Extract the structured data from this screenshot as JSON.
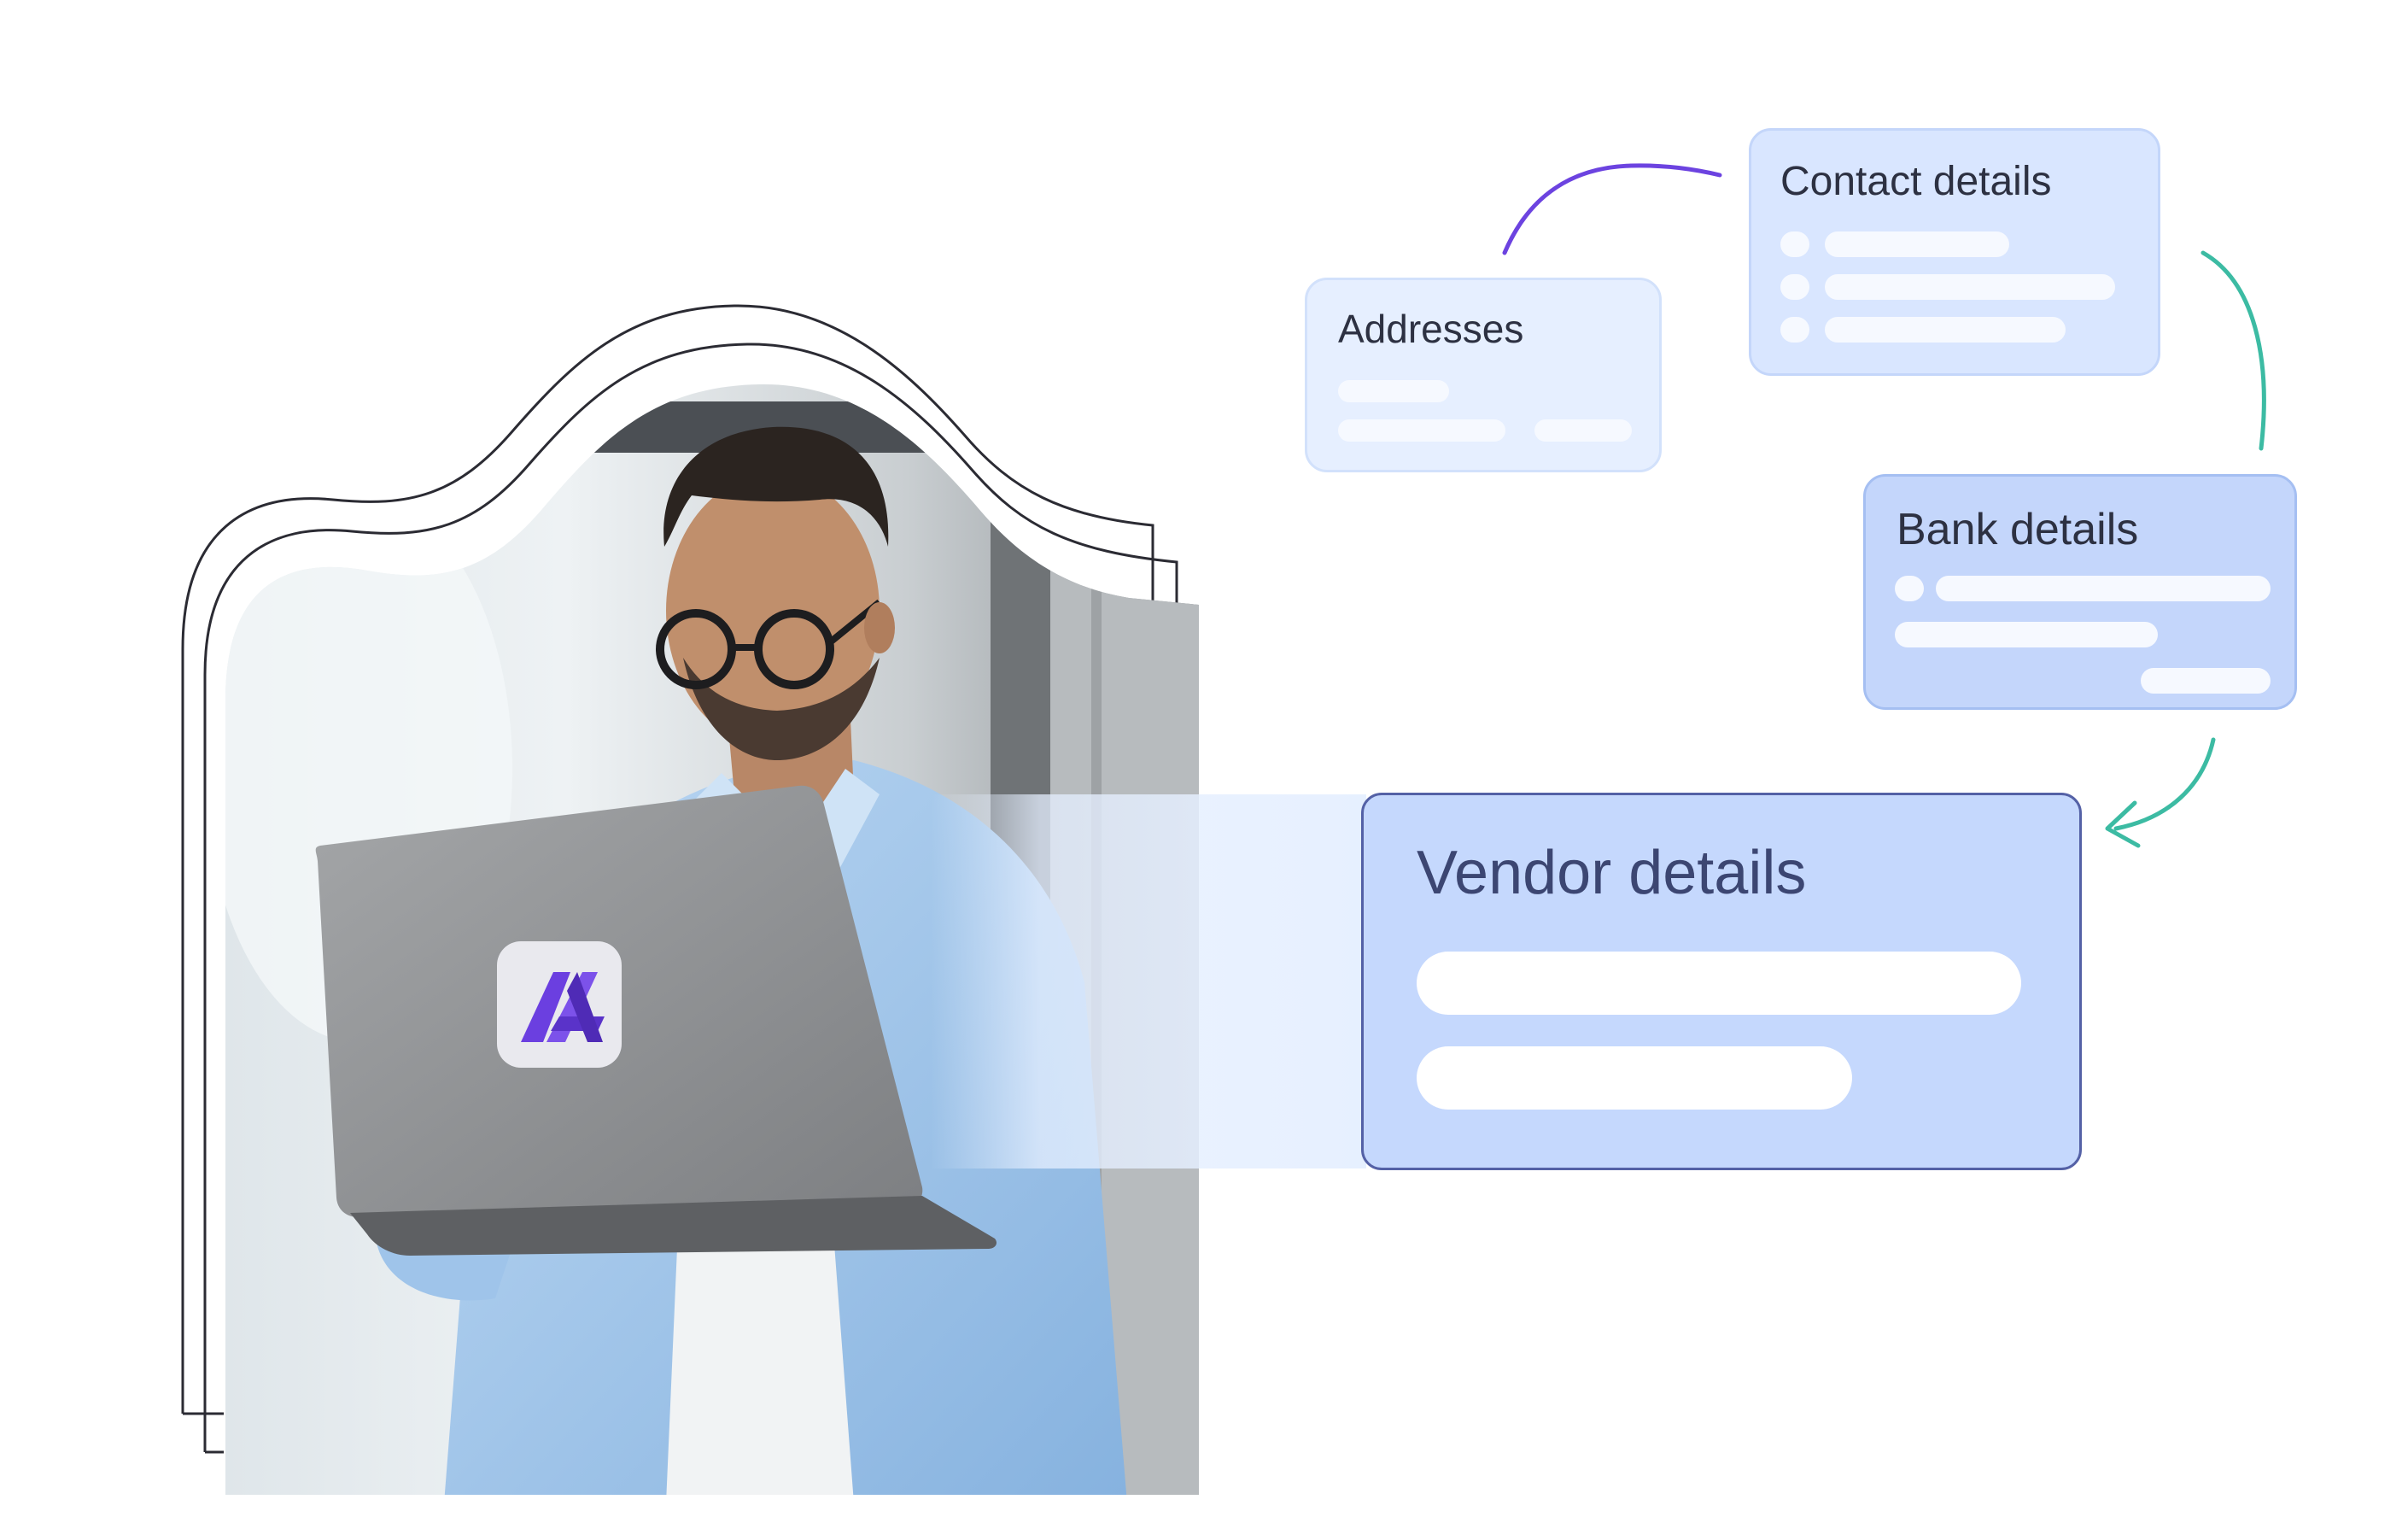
{
  "cards": {
    "addresses": {
      "title": "Addresses"
    },
    "contact": {
      "title": "Contact details"
    },
    "bank": {
      "title": "Bank details"
    },
    "vendor": {
      "title": "Vendor details"
    }
  },
  "colors": {
    "connector_purple": "#6c43e0",
    "connector_teal": "#3cbba3",
    "vendor_border": "#5461a6",
    "logo_purple": "#6b3fe0"
  },
  "icons": {
    "laptop_logo": "app-logo-icon"
  }
}
